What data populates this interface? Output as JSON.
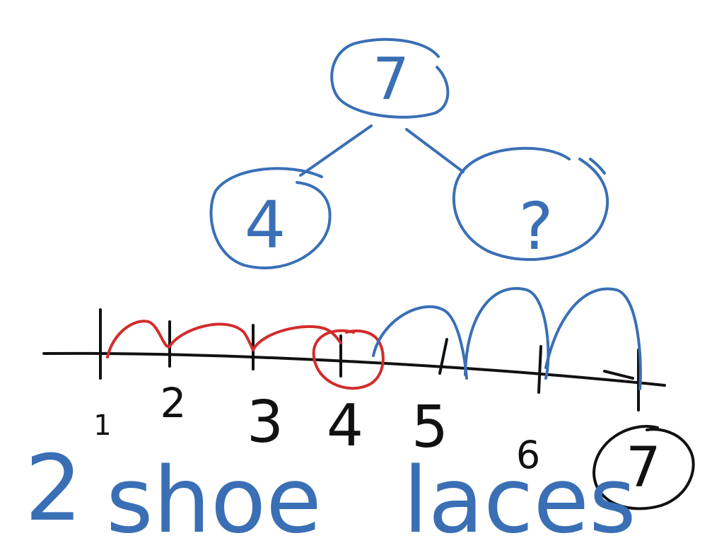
{
  "colors": {
    "blue_ink": "#3a6fb5",
    "red_ink": "#d22c2c",
    "black_ink": "#111111",
    "background": "#ffffff"
  },
  "number_bond": {
    "whole": "7",
    "part_known": "4",
    "part_unknown": "?"
  },
  "number_line": {
    "labels": [
      "1",
      "2",
      "3",
      "4",
      "5",
      "6",
      "7"
    ],
    "red_hops": 3,
    "blue_hops": 3,
    "circled_red": "4",
    "circled_black": "7"
  },
  "caption": {
    "number": "2",
    "word1": "shoe",
    "word2": "laces"
  }
}
